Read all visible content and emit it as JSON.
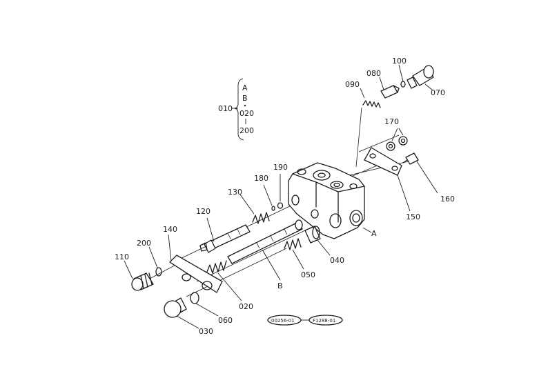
{
  "labels": {
    "p010": "010",
    "p020": "020",
    "p030": "030",
    "p040": "040",
    "p050": "050",
    "p060": "060",
    "p070": "070",
    "p080": "080",
    "p090": "090",
    "p100": "100",
    "p110": "110",
    "p120": "120",
    "p130": "130",
    "p140": "140",
    "p150": "150",
    "p160": "160",
    "p170": "170",
    "p180": "180",
    "p190": "190",
    "p200": "200",
    "p020_b": "020",
    "marker_a": "A",
    "marker_b": "B"
  },
  "set_bracket": {
    "item_a": "A",
    "item_b": "B",
    "item_020": "020",
    "item_200": "200"
  },
  "references": {
    "ref_left": "00256-01",
    "ref_right": "F1288-01"
  }
}
